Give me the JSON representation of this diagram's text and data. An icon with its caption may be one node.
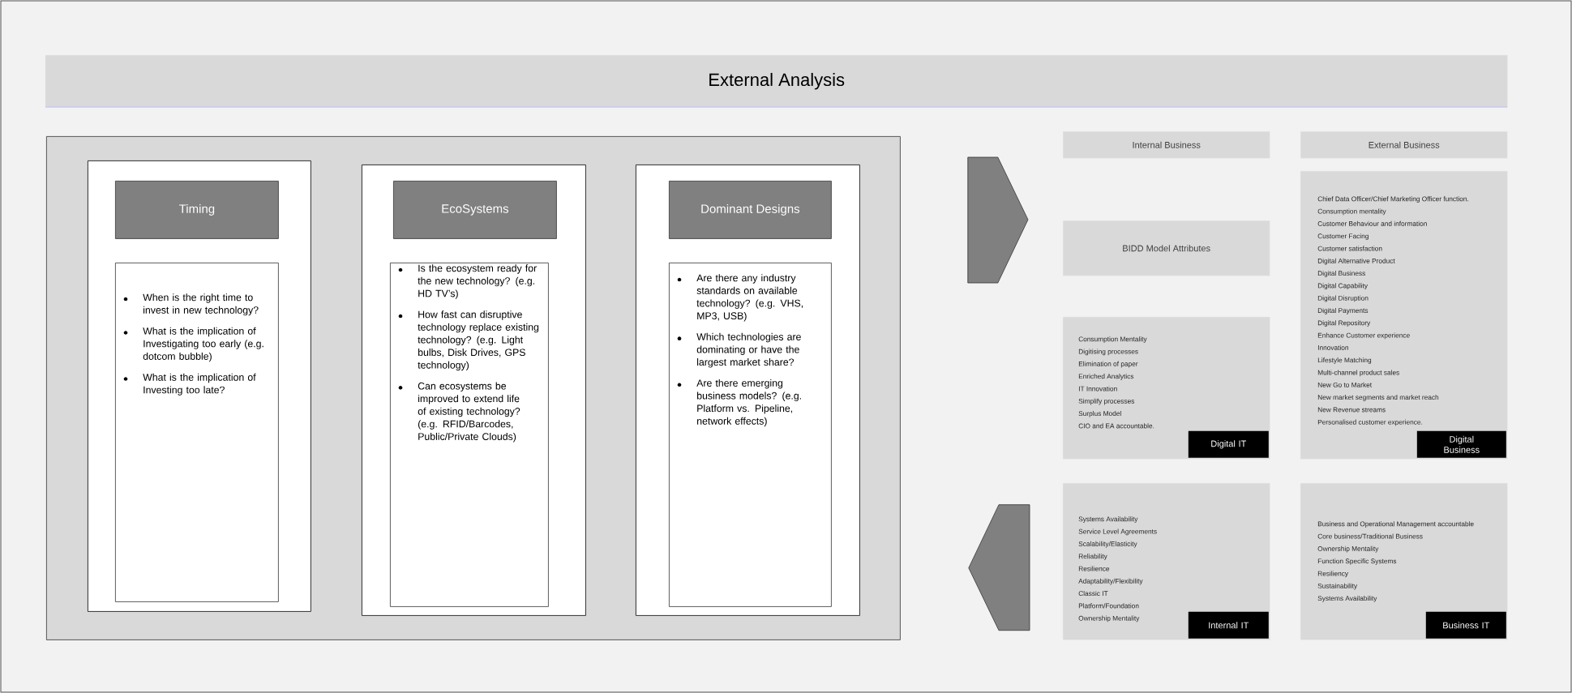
{
  "diagram": {
    "nodes": [
      {
        "text": [
          "External Analysis"
        ]
      },
      {
        "text": [],
        "shape": "box"
      },
      {
        "text": [],
        "shape": "box",
        "in": 1
      },
      {
        "text": [
          "Timing"
        ],
        "in": 2
      },
      {
        "text": [
          "When is the right time to invest in new technology?",
          "What is the implication of Investigating too early (e.g. dotcom bubble)",
          "What is the implication of Investing too late?"
        ],
        "in": 2
      },
      {
        "text": [],
        "shape": "box",
        "in": 1
      },
      {
        "text": [
          "EcoSystems"
        ],
        "in": 5
      },
      {
        "text": [
          "Is the ecosystem ready for the new technology? (e.g. HD TV’s)",
          "How fast can disruptive technology replace existing technology? (e.g. Light bulbs, Disk Drives, GPS technology)",
          "Can ecosystems be improved to extend life of existing technology? (e.g. RFID/Barcodes, Public/Private Clouds)"
        ],
        "in": 5
      },
      {
        "text": [],
        "shape": "box",
        "in": 1
      },
      {
        "text": [
          "Dominant Designs"
        ],
        "in": 8
      },
      {
        "text": [
          "Are there any industry standards on available technology? (e.g. VHS, MP3, USB)",
          "Which technologies are dominating or have the largest market share?",
          "Are there emerging business models? (e.g. Platform vs. Pipeline, network effects)"
        ],
        "in": 8
      },
      {
        "text": [
          "Internal Business"
        ]
      },
      {
        "text": [
          "External Business"
        ]
      },
      {
        "text": [
          "Chief Data Officer/Chief Marketing Officer function.",
          "Consumption mentality",
          "Customer Behaviour and information",
          "Customer Facing",
          "Customer satisfaction",
          "Digital Alternative Product",
          "Digital Business",
          "Digital Capability",
          "Digital Disruption",
          "Digital Payments",
          "Digital Repository",
          "Enhance Customer experience",
          "Innovation",
          "Lifestyle Matching",
          "Multi-channel product sales",
          "New Go to Market",
          "New market segments and market reach",
          "New Revenue streams",
          "Personalised customer experience.",
          "Digital Business"
        ]
      },
      {
        "text": [
          "BIDD Model Attributes"
        ]
      },
      {
        "text": [
          "Consumption Mentality",
          "Digitising processes",
          "Elimination of paper",
          "Enriched Analytics",
          "IT Innovation",
          "Simplify processes",
          "Surplus Model",
          "CIO and EA accountable.",
          "Digital IT"
        ]
      },
      {
        "text": [
          "Systems Availability",
          "Service Level Agreements",
          "Scalability/Elasticity",
          "Reliability",
          "Resilience",
          "Adaptability/Flexibility",
          "Classic IT",
          "Platform/Foundation",
          "Ownership Mentality",
          "Internal IT"
        ]
      },
      {
        "text": [
          "Business and Operational Management accountable",
          "Core business/Traditional Business",
          "Ownership Mentality",
          "Function Specific Systems",
          "Resiliency",
          "Sustainability",
          "Systems Availability",
          "Business IT"
        ]
      }
    ],
    "edges": [
      {
        "from": 1,
        "to": 14,
        "arrow": "to"
      },
      {
        "from": 16,
        "to": 1,
        "arrow": "to"
      }
    ]
  }
}
